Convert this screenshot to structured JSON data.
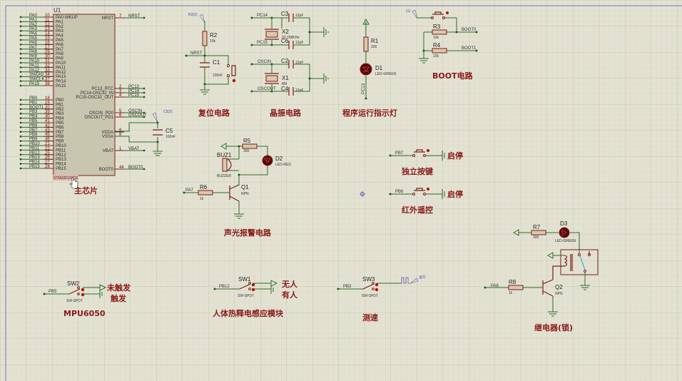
{
  "app": {
    "type": "Proteus schematic capture canvas"
  },
  "colors": {
    "background": "#e3e2d2",
    "grid_minor": "#d2d1bf",
    "grid_major": "#c2c1ad",
    "wire": "#2f6b2f",
    "component": "#7a1f1f",
    "chip_fill": "#c9c6b0",
    "label_cn": "#8b1a1a"
  },
  "u1": {
    "ref": "U1",
    "part": "STM32F103C8",
    "caption": "主芯片",
    "left_pins_a": [
      {
        "net": "PA0",
        "num": "10",
        "name": "PA0-WKUP"
      },
      {
        "net": "PA1",
        "num": "11",
        "name": "PA1"
      },
      {
        "net": "PA2",
        "num": "12",
        "name": "PA2"
      },
      {
        "net": "PA3",
        "num": "13",
        "name": "PA3"
      },
      {
        "net": "PA4",
        "num": "14",
        "name": "PA4"
      },
      {
        "net": "PA5",
        "num": "15",
        "name": "PA5"
      },
      {
        "net": "PA6",
        "num": "16",
        "name": "PA6"
      },
      {
        "net": "PA7",
        "num": "17",
        "name": "PA7"
      },
      {
        "net": "PA8",
        "num": "29",
        "name": "PA8"
      },
      {
        "net": "PA9",
        "num": "30",
        "name": "PA9"
      },
      {
        "net": "PA10",
        "num": "31",
        "name": "PA10"
      },
      {
        "net": "PA11",
        "num": "32",
        "name": "PA11"
      },
      {
        "net": "PA12",
        "num": "33",
        "name": "PA12"
      },
      {
        "net": "SWDIO",
        "num": "34",
        "name": "PA13"
      },
      {
        "net": "SWCLK",
        "num": "37",
        "name": "PA14"
      },
      {
        "net": "PA15",
        "num": "38",
        "name": "PA15"
      }
    ],
    "left_pins_b": [
      {
        "net": "PB0",
        "num": "18",
        "name": "PB0"
      },
      {
        "net": "PB1",
        "num": "19",
        "name": "PB1"
      },
      {
        "net": "BOOT1",
        "num": "20",
        "name": "PB2"
      },
      {
        "net": "PB3",
        "num": "39",
        "name": "PB3"
      },
      {
        "net": "PB4",
        "num": "40",
        "name": "PB4"
      },
      {
        "net": "PB5",
        "num": "41",
        "name": "PB5"
      },
      {
        "net": "PB6",
        "num": "42",
        "name": "PB6"
      },
      {
        "net": "PB7",
        "num": "43",
        "name": "PB7"
      },
      {
        "net": "PB8",
        "num": "45",
        "name": "PB8"
      },
      {
        "net": "PB9",
        "num": "46",
        "name": "PB9"
      },
      {
        "net": "PB10",
        "num": "21",
        "name": "PB10"
      },
      {
        "net": "PB11",
        "num": "22",
        "name": "PB11"
      },
      {
        "net": "PB12",
        "num": "25",
        "name": "PB12"
      },
      {
        "net": "PB13",
        "num": "26",
        "name": "PB13"
      },
      {
        "net": "PB14",
        "num": "27",
        "name": "PB14"
      },
      {
        "net": "PB15",
        "num": "28",
        "name": "PB15"
      }
    ],
    "right_pins": [
      {
        "net": "NRST",
        "num": "7",
        "name": "NRST"
      },
      {
        "net": "PC13",
        "num": "2",
        "name": "PC13_RTC"
      },
      {
        "net": "PC14",
        "num": "3",
        "name": "PC14-OSC32_IN"
      },
      {
        "net": "PC15",
        "num": "4",
        "name": "PC15-OSC32_OUT"
      },
      {
        "net": "OSCIN",
        "num": "5",
        "name": "OSCIN_PD0"
      },
      {
        "net": "OSCOUT",
        "num": "6",
        "name": "OSCOUT_PD1"
      },
      {
        "net": "",
        "num": "9",
        "name": "VDDA"
      },
      {
        "net": "",
        "num": "8",
        "name": "VSSA"
      },
      {
        "net": "VBAT",
        "num": "1",
        "name": "VBAT"
      },
      {
        "net": "BOOT0",
        "num": "44",
        "name": "BOOT0"
      }
    ]
  },
  "c5": {
    "ref": "C5",
    "value": "100nF",
    "probe": "C5(2)"
  },
  "reset": {
    "caption": "复位电路",
    "r_ref": "R2",
    "r_val": "10k",
    "c_ref": "C1",
    "c_val": "100nF",
    "net": "NRST",
    "probe": "R2(2)"
  },
  "crystal": {
    "caption": "晶振电路",
    "x2": {
      "ref": "X2",
      "val": "32.768KHz"
    },
    "x1": {
      "ref": "X1",
      "val": "8M"
    },
    "c3": {
      "ref": "C3",
      "val": "12pF"
    },
    "c6": {
      "ref": "C6",
      "val": "12pF"
    },
    "c2": {
      "ref": "C2",
      "val": "12pF"
    },
    "c4": {
      "ref": "C4",
      "val": "12pF"
    },
    "nets": [
      "PC14",
      "PC15",
      "OSCIN",
      "OSCOUT"
    ]
  },
  "run_led": {
    "caption": "程序运行指示灯",
    "r_ref": "R1",
    "r_val": "300",
    "d_ref": "D1",
    "d_val": "LED-GREEN",
    "net": "PC13"
  },
  "boot": {
    "caption": "BOOT电路",
    "probe": "(1)",
    "r3": {
      "ref": "R3",
      "val": "10k"
    },
    "r4": {
      "ref": "R4",
      "val": "10k"
    },
    "nets": [
      "BOOT0",
      "BOOT1"
    ]
  },
  "alarm": {
    "caption": "声光报警电路",
    "buz_ref": "BUZ1",
    "buz_val": "BUZZER",
    "r5": {
      "ref": "R5",
      "val": "300"
    },
    "d2": {
      "ref": "D2",
      "val": "LED-RED"
    },
    "r6": {
      "ref": "R6",
      "val": "1k"
    },
    "q1": {
      "ref": "Q1",
      "val": "NPN"
    },
    "net": "PA7"
  },
  "key": {
    "caption": "独立按键",
    "net": "PB7",
    "label": "启停"
  },
  "ir": {
    "caption": "红外遥控",
    "net": "PB6",
    "label": "启停"
  },
  "relay": {
    "caption": "继电器(锁)",
    "r7": {
      "ref": "R7",
      "val": "300"
    },
    "d3": {
      "ref": "D3",
      "val": "LED-GREEN"
    },
    "r8": {
      "ref": "R8",
      "val": "1k"
    },
    "q2": {
      "ref": "Q2",
      "val": "NPN"
    },
    "net": "PA8"
  },
  "mpu": {
    "caption": "MPU6050",
    "sw_ref": "SW2",
    "sw_val": "SW-SPDT",
    "net": "PB5",
    "opt1": "未触发",
    "opt2": "触发"
  },
  "pir": {
    "caption": "人体热释电感应模块",
    "sw_ref": "SW1",
    "sw_val": "SW-SPDT",
    "net": "PB12",
    "opt1": "无人",
    "opt2": "有人"
  },
  "speed": {
    "caption": "测速",
    "sw_ref": "SW3",
    "sw_val": "SW-SPDT",
    "net": "PB3",
    "probe": "运行"
  }
}
